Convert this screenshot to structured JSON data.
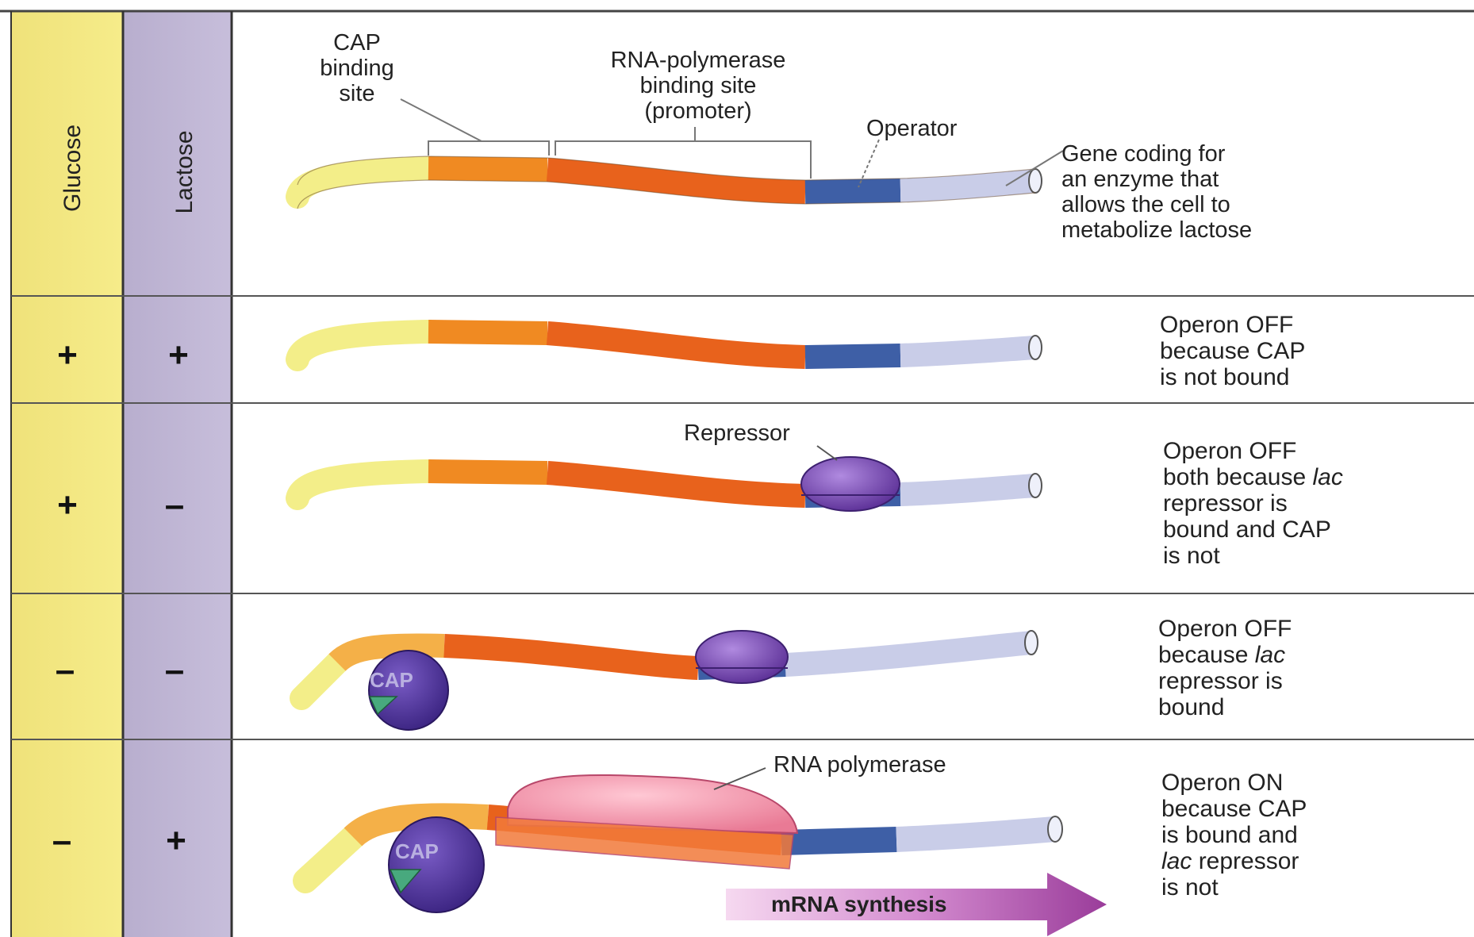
{
  "columns": {
    "glucose": "Glucose",
    "lactose": "Lactose"
  },
  "labels": {
    "cap_site": [
      "CAP",
      "binding",
      "site"
    ],
    "rna_pol_site": [
      "RNA-polymerase",
      "binding site",
      "(promoter)"
    ],
    "operator": "Operator",
    "gene": [
      "Gene coding for",
      "an enzyme that",
      "allows the cell to",
      "metabolize lactose"
    ],
    "repressor": "Repressor",
    "rna_polymerase": "RNA polymerase",
    "cap": "CAP",
    "mrna": "mRNA synthesis"
  },
  "rows": [
    {
      "glucose": "+",
      "lactose": "+",
      "outcome": [
        "Operon OFF",
        "because CAP",
        "is not bound"
      ]
    },
    {
      "glucose": "+",
      "lactose": "–",
      "outcome": [
        "Operon OFF",
        "both because lac",
        "repressor is",
        "bound and CAP",
        "is not"
      ]
    },
    {
      "glucose": "–",
      "lactose": "–",
      "outcome": [
        "Operon OFF",
        "because lac",
        "repressor is",
        "bound"
      ]
    },
    {
      "glucose": "–",
      "lactose": "+",
      "outcome": [
        "Operon ON",
        "because CAP",
        "is bound and",
        "lac repressor",
        "is not"
      ]
    }
  ],
  "colors": {
    "glucose_band": "#f3e87a",
    "lactose_band": "#b9b0cc",
    "cap_segment": "#f0891e",
    "promoter_segment": "#e8621c",
    "operator_segment": "#3e5fa6",
    "gene_segment": "#c9cde8",
    "leader_segment": "#f2ee86",
    "repressor": "#6a3fa8",
    "cap_protein": "#4b2f93",
    "rna_polymerase": "#f48aa0",
    "arrow": "#a0449e"
  }
}
